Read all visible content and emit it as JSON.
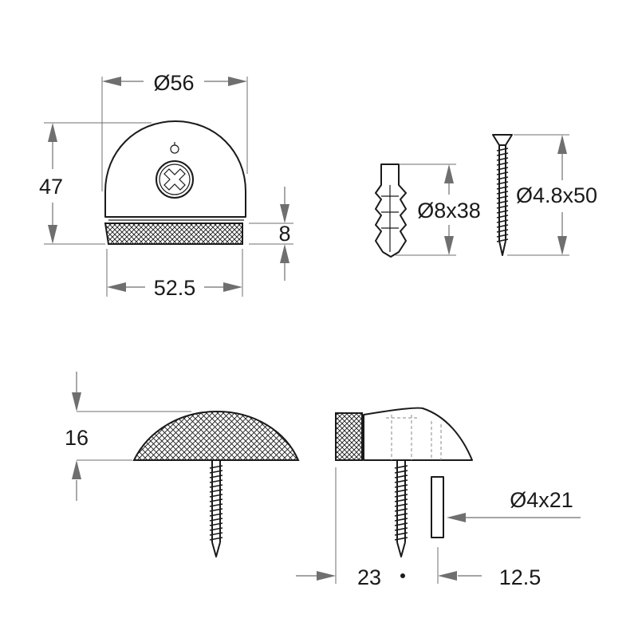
{
  "dimensions": {
    "diameter_top": "Ø56",
    "height_top": "47",
    "base_width": "52.5",
    "base_height": "8",
    "plug_size": "Ø8x38",
    "screw_size": "Ø4.8x50",
    "dome_height": "16",
    "pin_size": "Ø4x21",
    "offset_left": "23",
    "offset_right": "12.5"
  },
  "colors": {
    "line": "#1a1a1a",
    "dimension_line": "#6f6f6f",
    "background": "#ffffff"
  }
}
